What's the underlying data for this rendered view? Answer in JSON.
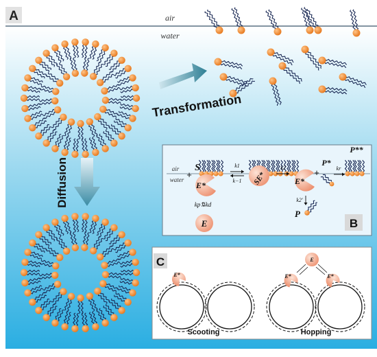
{
  "panel_a": {
    "letter": "A",
    "air_label": "air",
    "water_label": "water",
    "transformation_label": "Transformation",
    "diffusion_label": "Diffusion"
  },
  "panel_b": {
    "letter": "B",
    "air_label": "air",
    "water_label": "water",
    "substrate": "S",
    "plus1": "+",
    "enzyme_star": "E*",
    "complex": "SE*",
    "k1": "k1",
    "k_minus1": "k−1",
    "k2": "k2",
    "plus2": "+",
    "product_star": "P*",
    "kr": "kr",
    "product_2star": "P**",
    "enzyme_star_2": "E*",
    "k2_prime": "k2′",
    "product": "P",
    "kp_kd": "kp⇅kd",
    "enzyme": "E"
  },
  "panel_c": {
    "letter": "C",
    "enzyme_star": "E*",
    "enzyme": "E",
    "scooting_label": "Scooting",
    "hopping_label": "Hopping"
  },
  "colors": {
    "head_orange": "#f08a2c",
    "tail_navy": "#1b2a55",
    "enzyme_peach": "#f4a88a",
    "arrow_teal": "#2f7f94"
  }
}
